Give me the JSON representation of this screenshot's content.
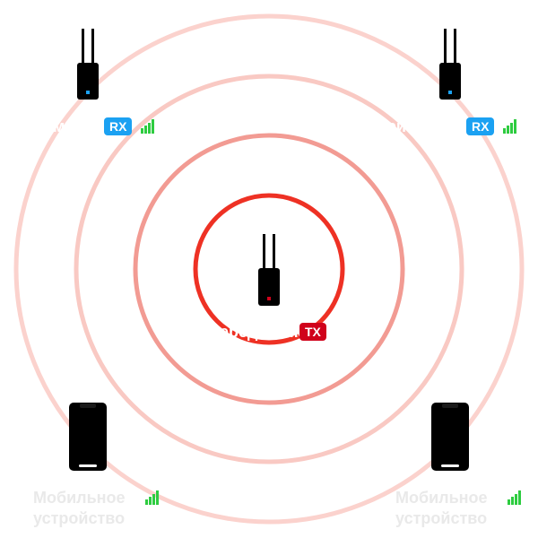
{
  "colors": {
    "ring1": "#ee3124",
    "ring2": "#f29b93",
    "ring3": "#f9c9c3",
    "ring4": "#fbd2cd",
    "device": "#000000",
    "rx_led": "#1ba1f2",
    "tx_led": "#d0021b",
    "signal": "#2ecc40"
  },
  "transmitter": {
    "label": "ТХ",
    "name": "Передатчик",
    "icon": "transmitter-icon"
  },
  "receiver_left": {
    "label": "RX",
    "name": "Приёмник",
    "icon": "receiver-icon"
  },
  "receiver_right": {
    "label": "RX",
    "name": "Приёмник",
    "icon": "receiver-icon"
  },
  "mobile_left": {
    "line1": "Мобильное",
    "line2": "устройство",
    "icon": "smartphone-icon"
  },
  "mobile_right": {
    "line1": "Мобильное",
    "line2": "устройство",
    "icon": "smartphone-icon"
  }
}
